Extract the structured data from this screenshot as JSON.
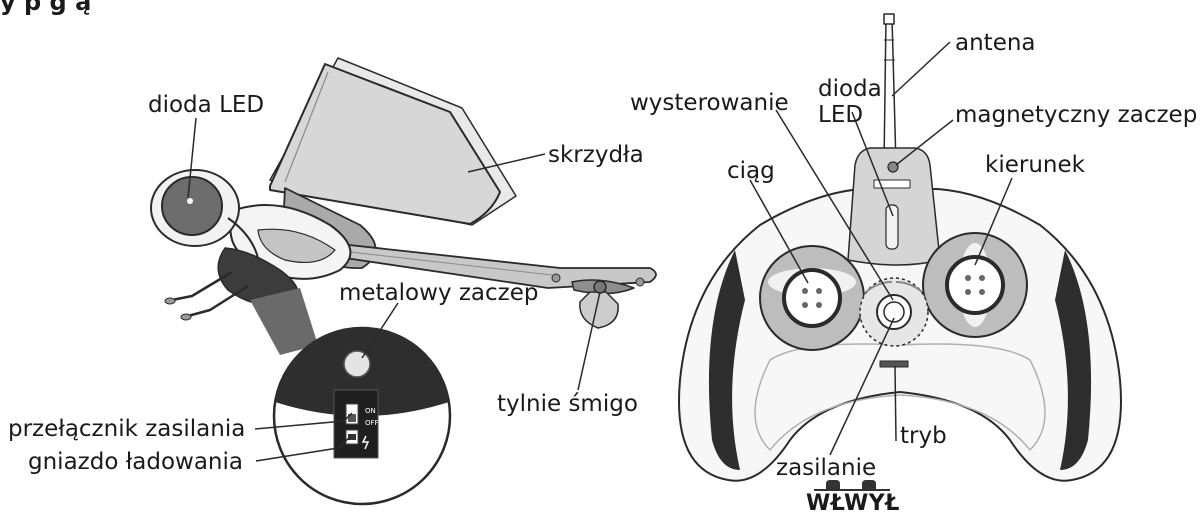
{
  "heading": "y p   g   ą",
  "dragonfly": {
    "labels": {
      "led": "dioda LED",
      "wings": "skrzydła",
      "metal_hook": "metalowy zaczep",
      "tail_rotor": "tylnie śmigo",
      "power_switch": "przełącznik zasilania",
      "charge_socket": "gniazdo ładowania"
    },
    "switch_marks": {
      "on": "ON",
      "off": "OFF"
    }
  },
  "controller": {
    "labels": {
      "antenna": "antena",
      "led_line1": "dioda",
      "led_line2": "LED",
      "magnetic_hook": "magnetyczny zaczep",
      "steering": "wysterowanie",
      "thrust": "ciąg",
      "direction": "kierunek",
      "mode": "tryb",
      "power": "zasilanie",
      "on": "WŁ",
      "off": "WYŁ"
    }
  },
  "colors": {
    "stroke": "#2a2a2a",
    "dark": "#3a3a3a",
    "mid": "#8a8a8a",
    "light": "#cfcfcf",
    "pale": "#ececec"
  }
}
